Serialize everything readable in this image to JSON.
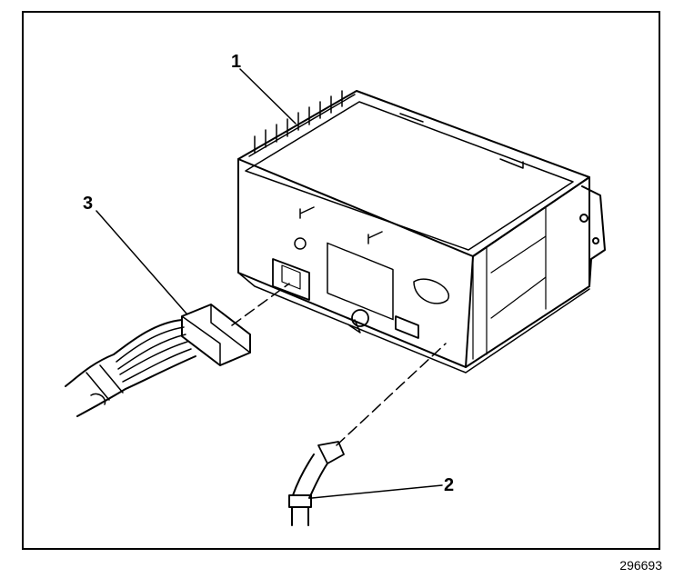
{
  "callouts": {
    "radio_unit": "1",
    "antenna_cable": "2",
    "wiring_harness_connector": "3"
  },
  "figure_number": "296693",
  "colors": {
    "line": "#000000",
    "background": "#ffffff"
  }
}
